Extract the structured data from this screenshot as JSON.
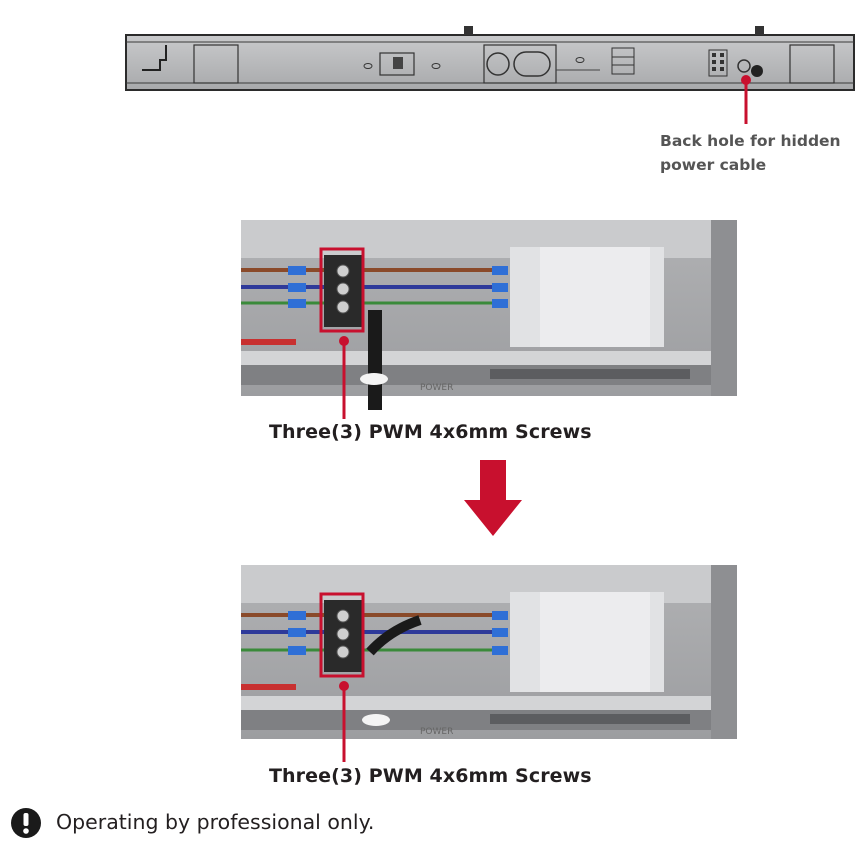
{
  "top_callout": {
    "line1": "Back hole for hidden",
    "line2": "power cable"
  },
  "photo1": {
    "caption": "Three(3) PWM 4x6mm Screws",
    "embossed_text": "POWER"
  },
  "photo2": {
    "caption": "Three(3) PWM 4x6mm Screws",
    "embossed_text": "POWER"
  },
  "note": {
    "icon": "exclamation-circle-icon",
    "text": "Operating by professional only."
  },
  "colors": {
    "highlight_red": "#c8102e",
    "arrow_red": "#c8102e",
    "panel_gray": "#a3a4a6",
    "text_dark": "#231f20"
  }
}
